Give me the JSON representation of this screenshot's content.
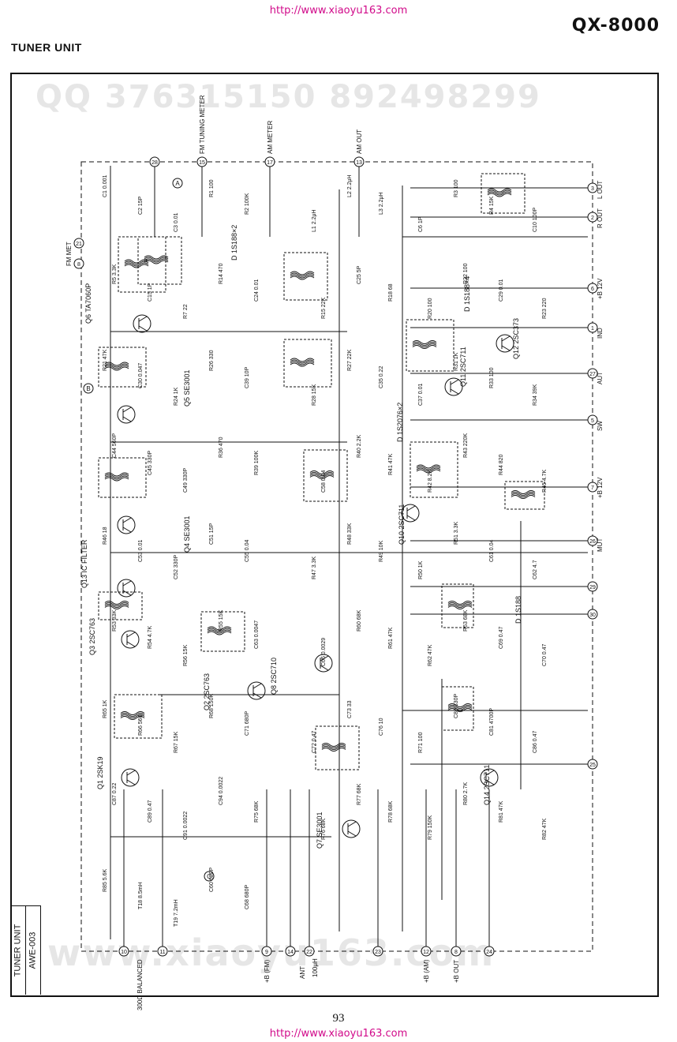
{
  "header": {
    "url": "http://www.xiaoyu163.com",
    "model": "QX-8000",
    "title": "TUNER UNIT"
  },
  "watermarks": {
    "top": "QQ 376315150   892498299",
    "bottom": "www.xiaoyu163.com"
  },
  "title_block": {
    "name": "TUNER UNIT",
    "code": "AWE-003"
  },
  "page_number": "93",
  "footer": {
    "url": "http://www.xiaoyu163.com"
  },
  "schematic": {
    "top_terminals": [
      {
        "num": "28",
        "label": ""
      },
      {
        "num": "15",
        "label": "FM TUNING METER"
      },
      {
        "num": "17",
        "label": "AM METER"
      },
      {
        "num": "13",
        "label": "AM OUT"
      }
    ],
    "right_terminals": [
      {
        "num": "3",
        "label": "L OUT"
      },
      {
        "num": "2",
        "label": "R OUT"
      },
      {
        "num": "6",
        "label": "+B 12V"
      },
      {
        "num": "1",
        "label": "IND"
      },
      {
        "num": "27",
        "label": "AUT"
      },
      {
        "num": "5",
        "label": "SW"
      },
      {
        "num": "7",
        "label": "+B 12V"
      },
      {
        "num": "26",
        "label": "MUT"
      },
      {
        "num": "29",
        "label": ""
      },
      {
        "num": "30",
        "label": ""
      },
      {
        "num": "25",
        "label": ""
      }
    ],
    "left_terminals": [
      {
        "num": "21",
        "label": ""
      },
      {
        "num": "8",
        "label": "FM MET"
      }
    ],
    "bottom_terminals": [
      {
        "num": "10",
        "label": ""
      },
      {
        "num": "11",
        "label": ""
      },
      {
        "num": "9",
        "label": "+B (FM)"
      },
      {
        "num": "14",
        "label": ""
      },
      {
        "num": "22",
        "label": ""
      },
      {
        "num": "23",
        "label": ""
      },
      {
        "num": "12",
        "label": "+B (AM)"
      },
      {
        "num": "8",
        "label": "+B OUT"
      },
      {
        "num": "24",
        "label": ""
      }
    ],
    "balanced_label": "300Ω BALANCED",
    "ant_label": "ANT",
    "antenna_coil": "100μH",
    "semiconductors": [
      {
        "ref": "Q1",
        "part": "2SK19"
      },
      {
        "ref": "Q2",
        "part": "2SC763"
      },
      {
        "ref": "Q3",
        "part": "2SC763"
      },
      {
        "ref": "Q4",
        "part": "SE3001"
      },
      {
        "ref": "Q5",
        "part": "SE3001"
      },
      {
        "ref": "Q6",
        "part": "TA7060P"
      },
      {
        "ref": "Q7",
        "part": "SE3001"
      },
      {
        "ref": "Q8",
        "part": "2SC710"
      },
      {
        "ref": "Q10",
        "part": "2SC711"
      },
      {
        "ref": "Q11",
        "part": "2SC711"
      },
      {
        "ref": "Q12",
        "part": "2SC373"
      },
      {
        "ref": "Q13",
        "part": "IC FILTER"
      },
      {
        "ref": "Q14",
        "part": "2SC711"
      },
      {
        "ref": "D",
        "part": "1S188×2"
      },
      {
        "ref": "D",
        "part": "1S188×4"
      },
      {
        "ref": "D",
        "part": "1S2076×2"
      },
      {
        "ref": "D",
        "part": "1S188"
      }
    ],
    "components": [
      "C1 0.001",
      "C2 15P",
      "C3 0.01",
      "R1 100",
      "R2 100K",
      "L1 2.2μH",
      "L2 2.2μH",
      "L3 2.2μH",
      "C6 1P",
      "R3 100",
      "R4 15K",
      "C10 100P",
      "R5 3.3K",
      "C15 1P",
      "R7 22",
      "R14 470",
      "C24 0.01",
      "R15 22K",
      "C25 5P",
      "R18 68",
      "R20 100",
      "R22 100",
      "C29 0.01",
      "R23 220",
      "R21 47K",
      "C30 0.047",
      "R24 1K",
      "R26 330",
      "C39 10P",
      "R28 15K",
      "R27 22K",
      "C35 0.22",
      "C37 0.01",
      "R31 1K",
      "R33 100",
      "R34 39K",
      "C44 560P",
      "C45 330P",
      "C49 330P",
      "R36 470",
      "R39 100K",
      "C58 0.04",
      "R40 2.2K",
      "R41 47K",
      "R42 8.2K",
      "R43 220K",
      "R44 820",
      "R45 4.7K",
      "R46 18",
      "C53 0.01",
      "C52 330P",
      "C51 15P",
      "C55 0.04",
      "R47 3.3K",
      "R48 33K",
      "R49 10K",
      "R50 1K",
      "R51 3.3K",
      "C61 0.04",
      "C62 4.7",
      "R53 33K",
      "R54 4.7K",
      "R56 15K",
      "R55 15K",
      "C63 0.0047",
      "C65 0.0029",
      "R60 68K",
      "R61 47K",
      "R62 47K",
      "R63 68K",
      "C69 0.47",
      "C70 0.47",
      "R65 1K",
      "R66 560",
      "R67 15K",
      "R68 150K",
      "C71 680P",
      "C72 0.47",
      "C73 33",
      "C76 10",
      "R71 100",
      "C80 330P",
      "C81 4700P",
      "C86 0.47",
      "C87 0.22",
      "C89 0.47",
      "C91 0.0022",
      "C94 0.0022",
      "R75 68K",
      "R76 68K",
      "R77 68K",
      "R78 68K",
      "R79 150K",
      "R80 2.7K",
      "R81 47K",
      "R82 47K",
      "R85 5.6K",
      "T18 8.5mH",
      "T19 7.2mH",
      "C60 680P",
      "C68 680P"
    ],
    "connector_markers": [
      "A",
      "B",
      "C"
    ]
  }
}
